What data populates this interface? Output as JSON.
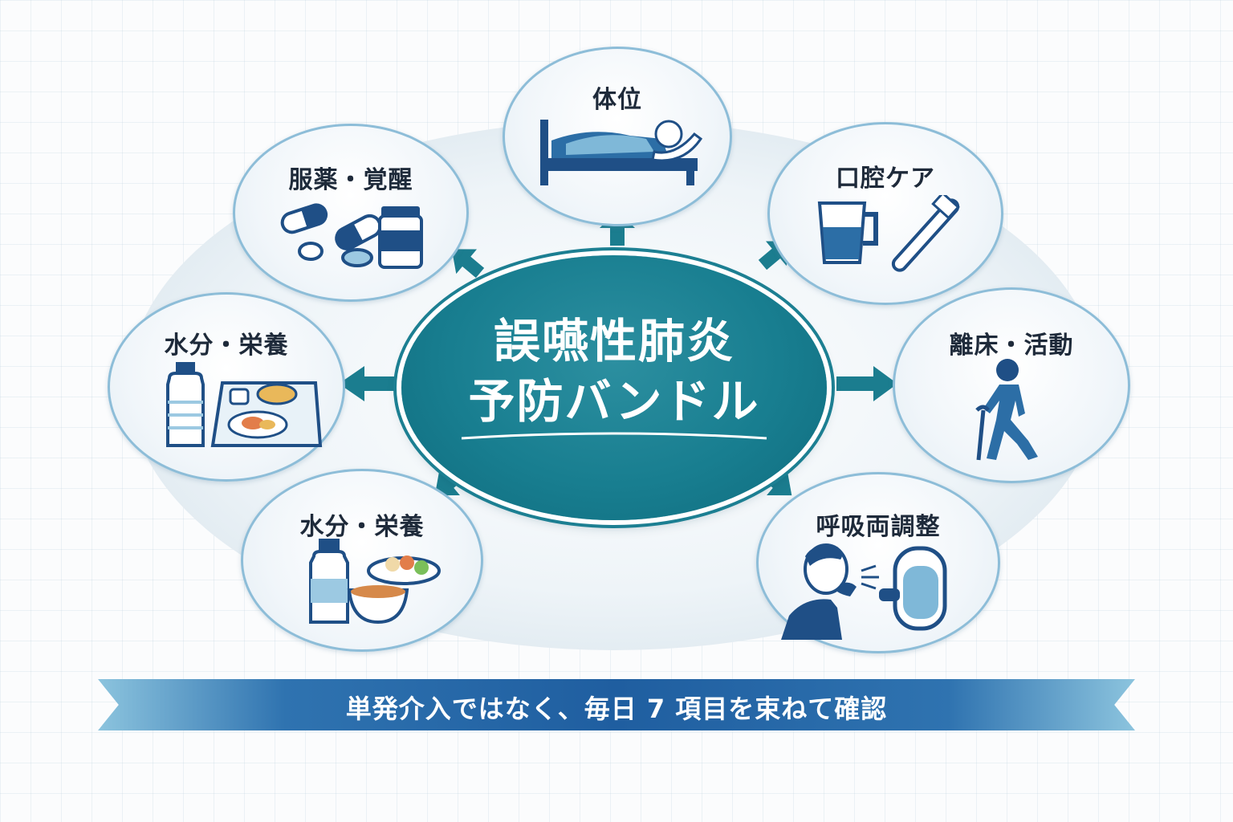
{
  "center": {
    "line1": "誤嚥性肺炎",
    "line2": "予防バンドル"
  },
  "nodes": {
    "top": {
      "label": "体位",
      "icon": "bed-patient-icon"
    },
    "upper_right": {
      "label": "口腔ケア",
      "icon": "cup-toothbrush-icon"
    },
    "right": {
      "label": "離床・活動",
      "icon": "walking-cane-icon"
    },
    "lower_right": {
      "label": "呼吸両調整",
      "icon": "inhaler-breathing-icon"
    },
    "lower_left": {
      "label": "水分・栄養",
      "icon": "bottle-bowls-icon"
    },
    "left": {
      "label": "水分・栄養",
      "icon": "bottle-tray-icon"
    },
    "upper_left": {
      "label": "服薬・覚醒",
      "icon": "pills-bottle-icon"
    }
  },
  "banner": {
    "text": "単発介入ではなく、毎日 7 項目を束ねて確認"
  },
  "colors": {
    "center": "#187e90",
    "arrow": "#1b7d8f",
    "node_border": "#8dbdd8",
    "icon_dark": "#1f4f86",
    "icon_light": "#9cc9e2",
    "banner": "#1f5ea0"
  }
}
